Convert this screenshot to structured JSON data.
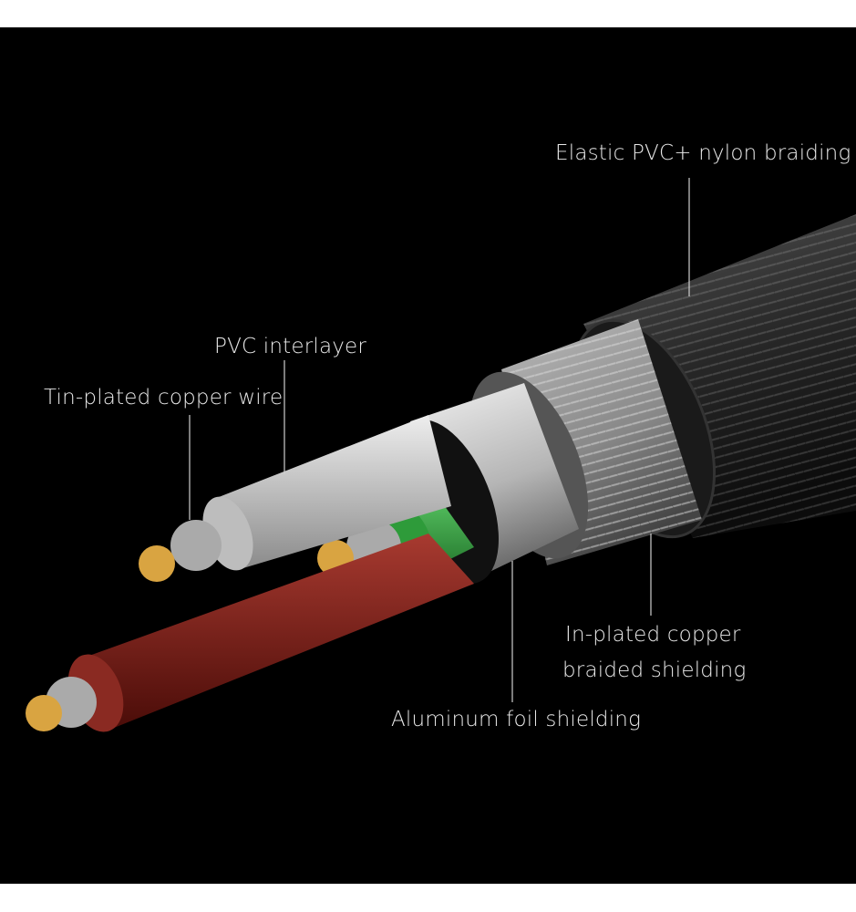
{
  "labels": {
    "outer_jacket": "Elastic PVC+ nylon braiding",
    "interlayer": "PVC interlayer",
    "conductor": "Tin-plated copper wire",
    "braid_line1": "In-plated copper",
    "braid_line2": "braided shielding",
    "foil": "Aluminum foil shielding"
  },
  "colors": {
    "background": "#000000",
    "wire_red": "#7a1a14",
    "wire_green": "#2f9a3c",
    "wire_white": "#cfcfcf",
    "copper": "#d9a441"
  }
}
